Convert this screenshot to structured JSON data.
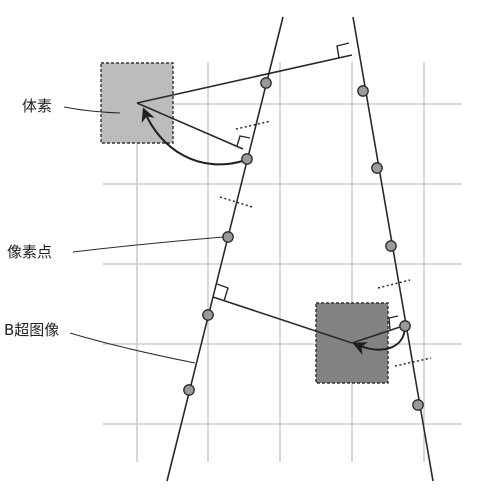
{
  "labels": {
    "voxel": "体素",
    "pixel_point": "像素点",
    "b_superimage": "B超图像"
  },
  "colors": {
    "grid": "#c4c4c4",
    "line": "#2a2a2a",
    "voxel_light": "#bcbcbc",
    "voxel_dark": "#828282",
    "sample_point": "#9a9a9a"
  }
}
